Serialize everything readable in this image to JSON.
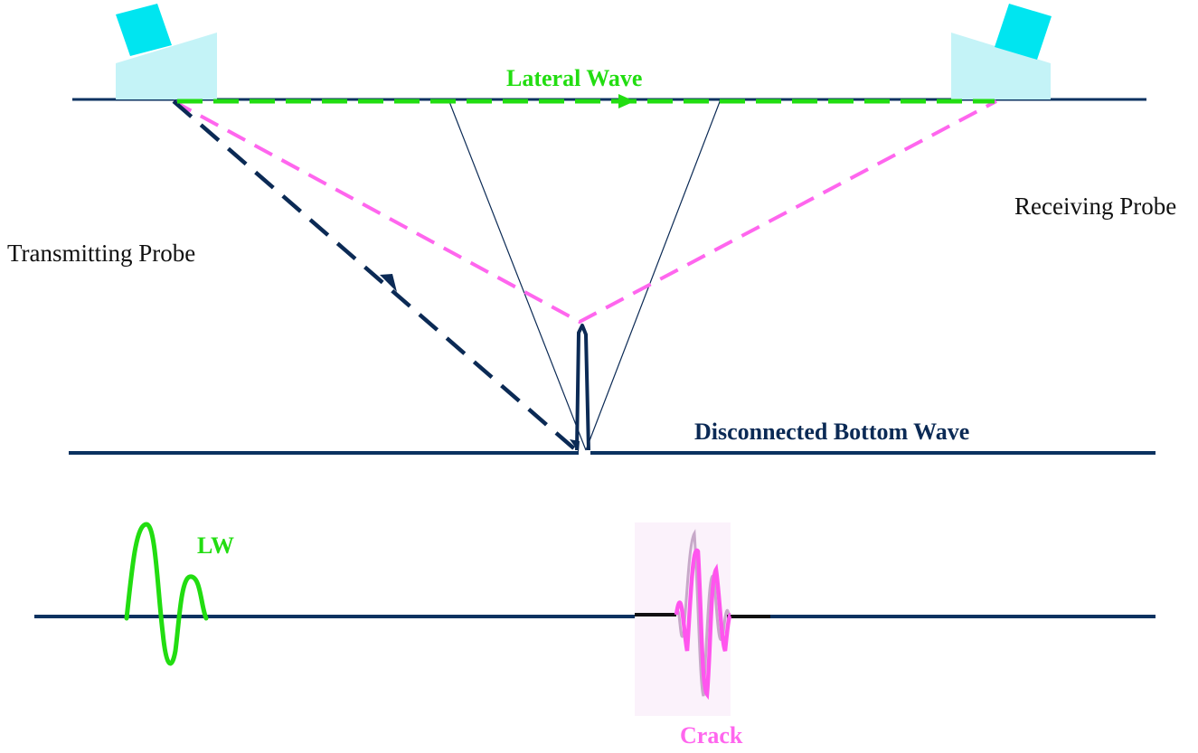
{
  "labels": {
    "lateral_wave": "Lateral Wave",
    "receiving_probe": "Receiving Probe",
    "transmitting_probe": "Transmitting Probe",
    "disconnected_bottom_wave": "Disconnected Bottom Wave",
    "lw": "LW",
    "crack": "Crack"
  },
  "colors": {
    "surface_line": "#0b3260",
    "lateral_wave": "#22dd11",
    "diffraction_path": "#ff66ee",
    "transmit_beam": "#0b2a55",
    "probe_crystal": "#00e5f0",
    "probe_wedge": "#c4f3f7",
    "crack_signal": "#ff55ee",
    "text_dark": "#111111",
    "text_navy": "#0b2a55"
  }
}
